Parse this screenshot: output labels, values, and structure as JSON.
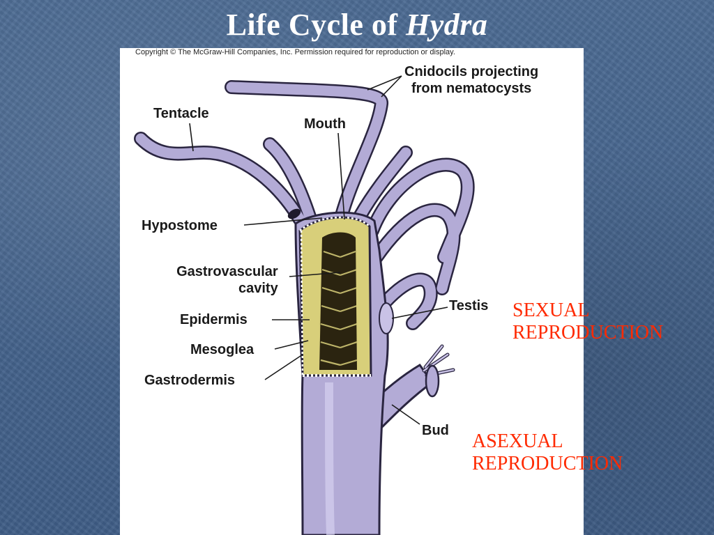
{
  "title": {
    "text": "Life Cycle of ",
    "italic": "Hydra"
  },
  "figure": {
    "copyright": "Copyright © The McGraw-Hill Companies, Inc. Permission required for reproduction or display.",
    "labels": {
      "cnidocils_line1": "Cnidocils projecting",
      "cnidocils_line2": "from nematocysts",
      "tentacle": "Tentacle",
      "mouth": "Mouth",
      "hypostome": "Hypostome",
      "gastrovascular_line1": "Gastrovascular",
      "gastrovascular_line2": "cavity",
      "epidermis": "Epidermis",
      "mesoglea": "Mesoglea",
      "gastrodermis": "Gastrodermis",
      "testis": "Testis",
      "bud": "Bud"
    }
  },
  "reproduction": {
    "sexual_line1": "SEXUAL",
    "sexual_line2": "REPRODUCTION",
    "asexual_line1": "ASEXUAL",
    "asexual_line2": "REPRODUCTION"
  },
  "colors": {
    "background": "#44638a",
    "body_fill": "#b3abd6",
    "body_outline": "#2a2540",
    "cavity_fill": "#2b2410",
    "gastrodermis_fill": "#d8cf7a",
    "reproduction_text": "#ff2a00"
  }
}
